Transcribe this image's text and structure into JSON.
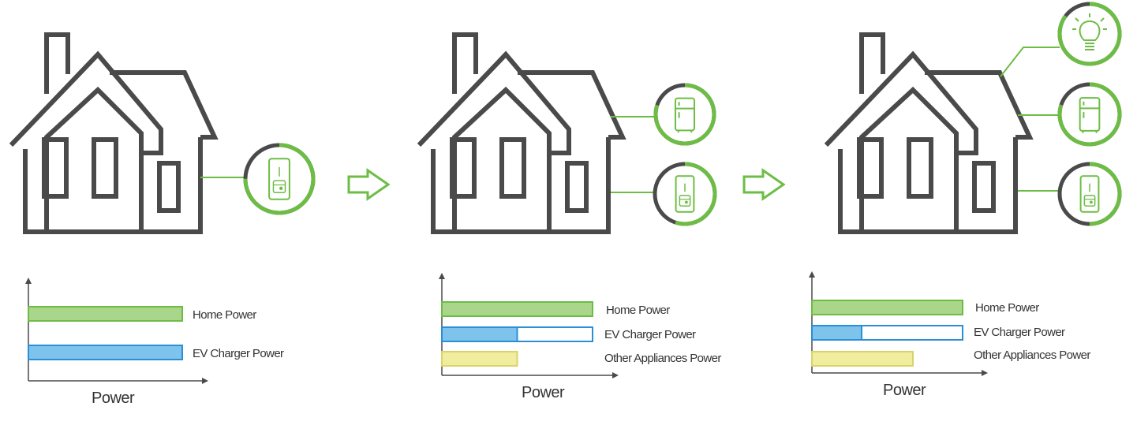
{
  "colors": {
    "outline": "#4a4a4a",
    "accent_green": "#6dbd45",
    "home_power_fill": "#a9d68a",
    "home_power_stroke": "#6dbd45",
    "ev_fill": "#7ec3ec",
    "ev_stroke": "#2a8fd6",
    "other_fill": "#f0ed9f",
    "other_stroke": "#d9d36a"
  },
  "icons": [
    "house-icon",
    "ev-charger-icon",
    "refrigerator-icon",
    "light-bulb-icon",
    "right-arrow-icon"
  ],
  "panels": [
    {
      "appliances": [
        "ev-charger"
      ],
      "legend": [
        "Home Power",
        "EV Charger Power"
      ],
      "bars": [
        {
          "key": "home",
          "value": 1.0,
          "capacity": 1.0
        },
        {
          "key": "ev",
          "value": 1.0,
          "capacity": 1.0
        }
      ],
      "xlabel": "Power"
    },
    {
      "appliances": [
        "refrigerator",
        "ev-charger"
      ],
      "legend": [
        "Home Power",
        "EV Charger Power",
        "Other Appliances Power"
      ],
      "bars": [
        {
          "key": "home",
          "value": 1.0,
          "capacity": 1.0
        },
        {
          "key": "ev",
          "value": 0.5,
          "capacity": 1.0
        },
        {
          "key": "other",
          "value": 0.5
        }
      ],
      "xlabel": "Power"
    },
    {
      "appliances": [
        "light-bulb",
        "refrigerator",
        "ev-charger"
      ],
      "legend": [
        "Home Power",
        "EV Charger Power",
        "Other Appliances Power"
      ],
      "bars": [
        {
          "key": "home",
          "value": 1.0,
          "capacity": 1.0
        },
        {
          "key": "ev",
          "value": 0.33,
          "capacity": 1.0
        },
        {
          "key": "other",
          "value": 0.67
        }
      ],
      "xlabel": "Power"
    }
  ]
}
